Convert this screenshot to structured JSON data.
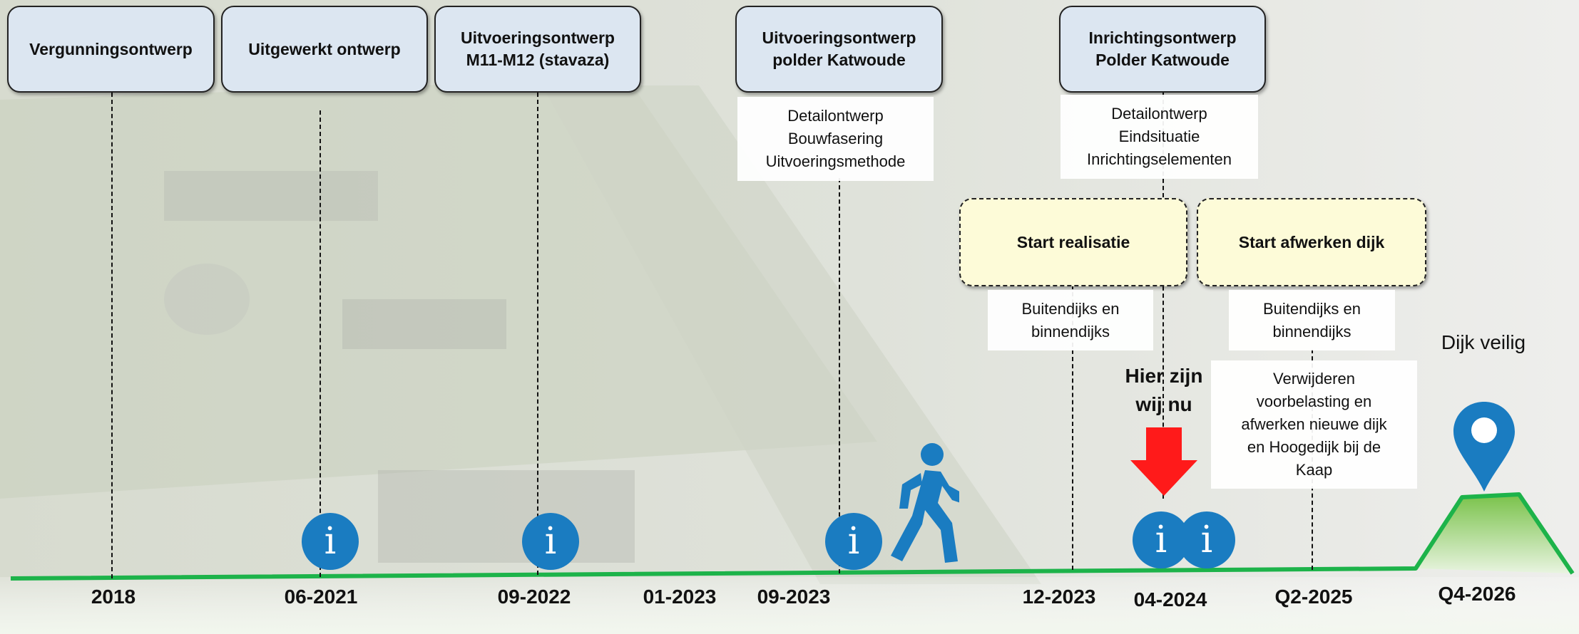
{
  "phases": [
    {
      "label": "Vergunningsontwerp"
    },
    {
      "label": "Uitgewerkt ontwerp"
    },
    {
      "label": "Uitvoeringsontwerp\nM11-M12 (stavaza)"
    },
    {
      "label": "Uitvoeringsontwerp\npolder Katwoude"
    },
    {
      "label": "Inrichtingsontwerp\nPolder Katwoude"
    }
  ],
  "notes": {
    "katwoude_detail": "Detailontwerp\nBouwfasering\nUitvoeringsmethode",
    "inrichting_detail": "Detailontwerp\nEindsituatie\nInrichtingselementen",
    "realisatie_scope": "Buitendijks en\nbinnendijks",
    "afwerken_scope": "Buitendijks en\nbinnendijks",
    "afwerken_detail": "Verwijderen\nvoorbelasting en\nafwerken nieuwe dijk\nen Hoogedijk bij de\nKaap"
  },
  "milestones": {
    "realisatie": "Start realisatie",
    "afwerken": "Start afwerken dijk"
  },
  "marker": {
    "here_text": "Hier zijn\nwij nu",
    "arrow_color": "#ff1a1a"
  },
  "goal_text": "Dijk veilig",
  "info_glyph": "i",
  "dates": [
    "2018",
    "06-2021",
    "09-2022",
    "01-2023",
    "09-2023",
    "12-2023",
    "04-2024",
    "Q2-2025",
    "Q4-2026"
  ],
  "icons": [
    "info-icon",
    "walking-person-icon",
    "location-pin-icon",
    "down-arrow-icon"
  ],
  "colors": {
    "timeline": "#1db34a",
    "phase_box": "#dce6f1",
    "milestone_box": "#fdfbd8",
    "icon_blue": "#1a7cc1",
    "hill": "#8fcf5a"
  }
}
